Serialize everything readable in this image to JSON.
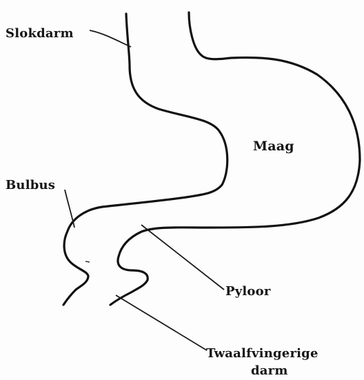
{
  "labels": {
    "slokdarm": "Slokdarm",
    "maag": "Maag",
    "bulbus": "Bulbus",
    "pyloor": "Pyloor",
    "twaalfvingerige_line1": "Twaalfvingerige",
    "twaalfvingerige_line2": "darm"
  },
  "colors": {
    "outline": "#111111",
    "leader_line": "#1a1a1a",
    "background": "#fdfdfd"
  }
}
